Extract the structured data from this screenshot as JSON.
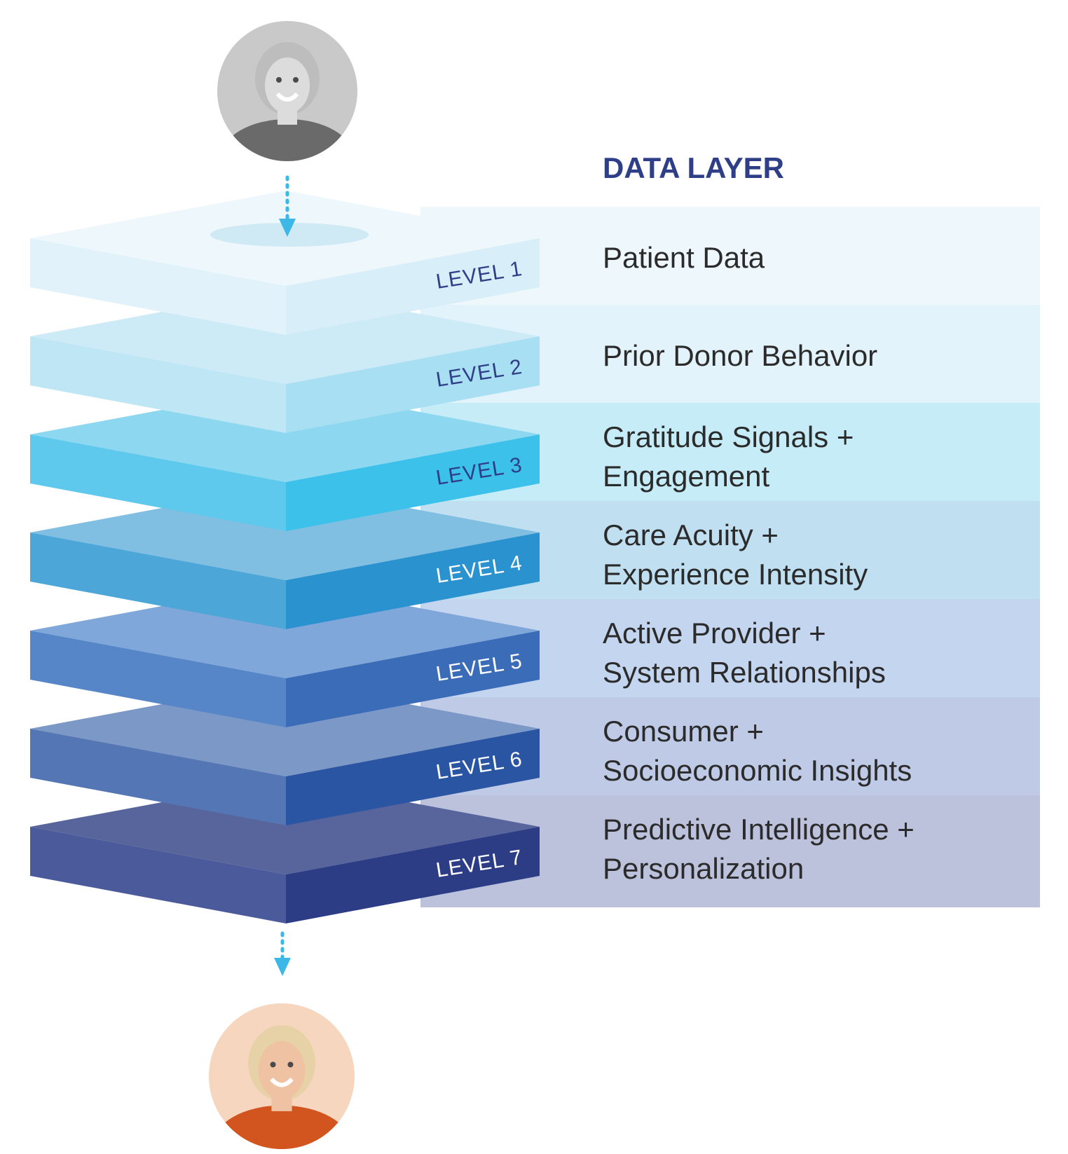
{
  "header": {
    "title": "DATA LAYER",
    "color": "#2e3f88"
  },
  "avatars": {
    "top": {
      "icon": "person-grayscale-avatar",
      "bg": "#c9c9c9",
      "skin": "#dcdcdc",
      "hair": "#bdbdbd",
      "shirt": "#6a6a6a"
    },
    "bottom": {
      "icon": "person-color-avatar",
      "bg": "#f6d6bf",
      "skin": "#efc2a3",
      "hair": "#e6d2a6",
      "shirt": "#d2541f"
    }
  },
  "arrow_color": "#3bb8e6",
  "text_color": "#2b2b2b",
  "layers": [
    {
      "level": "LEVEL 1",
      "desc": [
        "Patient Data"
      ],
      "band": "#eef7fc",
      "top": "#eef7fc",
      "left": "#e1f2fa",
      "right": "#d8eef8",
      "label": "#2e3f88"
    },
    {
      "level": "LEVEL 2",
      "desc": [
        "Prior Donor Behavior"
      ],
      "band": "#e3f3fb",
      "top": "#cdeaf7",
      "left": "#bfe6f5",
      "right": "#a9dff3",
      "label": "#2e3f88"
    },
    {
      "level": "LEVEL 3",
      "desc": [
        "Gratitude Signals +",
        "Engagement"
      ],
      "band": "#c6ecf8",
      "top": "#8dd7f0",
      "left": "#5ec9ec",
      "right": "#3cc1ea",
      "label": "#2e3f88"
    },
    {
      "level": "LEVEL 4",
      "desc": [
        "Care Acuity +",
        "Experience Intensity"
      ],
      "band": "#c0e0f1",
      "top": "#80bfe2",
      "left": "#4da6d8",
      "right": "#2a92cf",
      "label": "#ffffff"
    },
    {
      "level": "LEVEL 5",
      "desc": [
        "Active Provider +",
        "System Relationships"
      ],
      "band": "#c4d5ef",
      "top": "#80a7da",
      "left": "#5686c8",
      "right": "#3b6cb8",
      "label": "#ffffff"
    },
    {
      "level": "LEVEL 6",
      "desc": [
        "Consumer +",
        "Socioeconomic Insights"
      ],
      "band": "#bfcbe6",
      "top": "#7c98c6",
      "left": "#5576b4",
      "right": "#2a55a2",
      "label": "#ffffff"
    },
    {
      "level": "LEVEL 7",
      "desc": [
        "Predictive Intelligence +",
        "Personalization"
      ],
      "band": "#bcc2dc",
      "top": "#57659c",
      "left": "#4a5a9a",
      "right": "#2c3c85",
      "label": "#ffffff"
    }
  ]
}
